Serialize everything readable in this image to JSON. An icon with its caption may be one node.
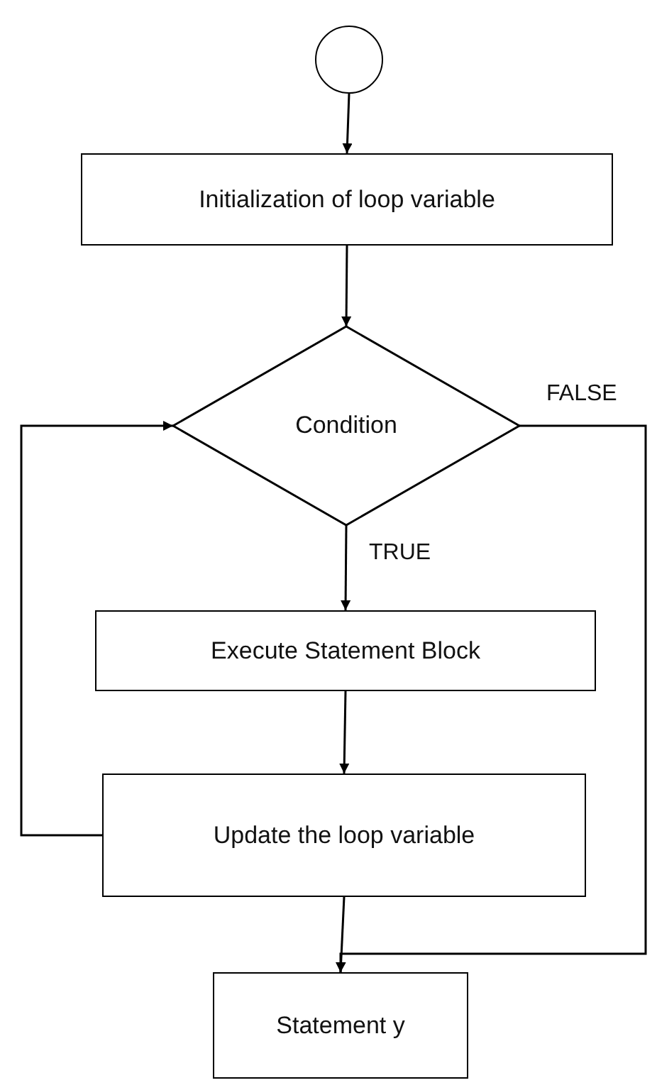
{
  "diagram": {
    "nodes": [
      {
        "text": [],
        "shape": "circle"
      },
      {
        "text": [
          "Initialization of loop variable"
        ]
      },
      {
        "text": [
          "Condition"
        ]
      },
      {
        "text": [
          "Execute Statement Block"
        ]
      },
      {
        "text": [
          "Update the loop variable"
        ]
      },
      {
        "text": [
          "Statement y"
        ]
      }
    ],
    "edges": [
      {
        "from": 0,
        "to": 1,
        "arrow": "to"
      },
      {
        "from": 1,
        "to": 2,
        "arrow": "to"
      },
      {
        "from": 2,
        "to": 3,
        "arrow": "to",
        "label": "TRUE"
      },
      {
        "from": 3,
        "to": 4,
        "arrow": "to"
      },
      {
        "from": 4,
        "to": 2,
        "arrow": "to"
      },
      {
        "from": 4,
        "to": 5,
        "arrow": "to"
      },
      {
        "from": 2,
        "to": 5,
        "arrow": "to",
        "label": "FALSE"
      }
    ]
  }
}
